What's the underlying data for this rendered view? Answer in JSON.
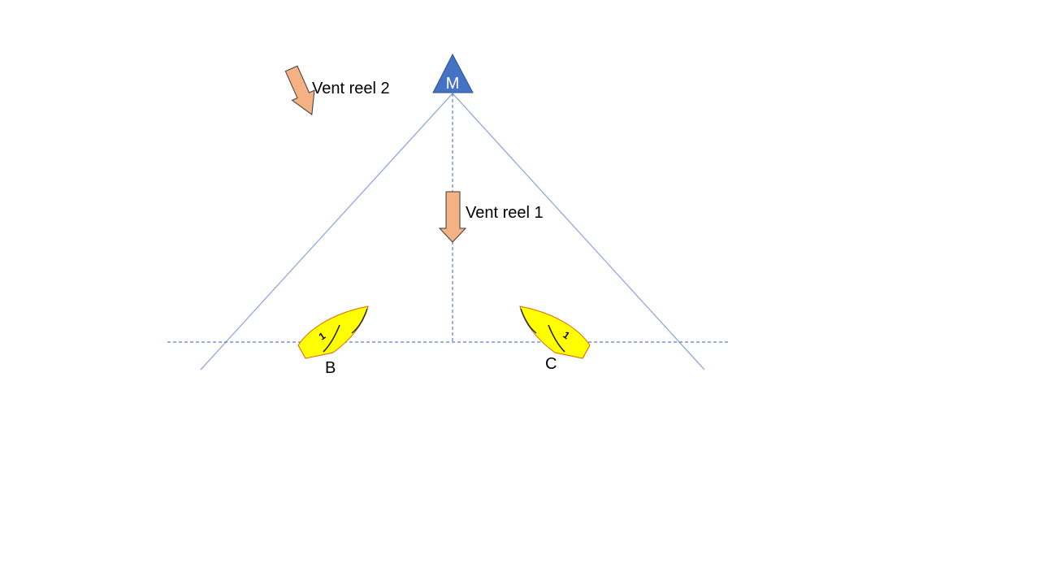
{
  "mark": {
    "label": "M"
  },
  "wind": {
    "arrow_1_label": "Vent reel 1",
    "arrow_2_label": "Vent reel 2"
  },
  "boats": {
    "left_label": "B",
    "right_label": "C",
    "sail_number": "1"
  },
  "colors": {
    "mark": "#4472c4",
    "line": "#8faadc",
    "arrow_fill": "#f4b183",
    "boat_fill": "#ffff00",
    "boat_outline": "#e06000"
  }
}
